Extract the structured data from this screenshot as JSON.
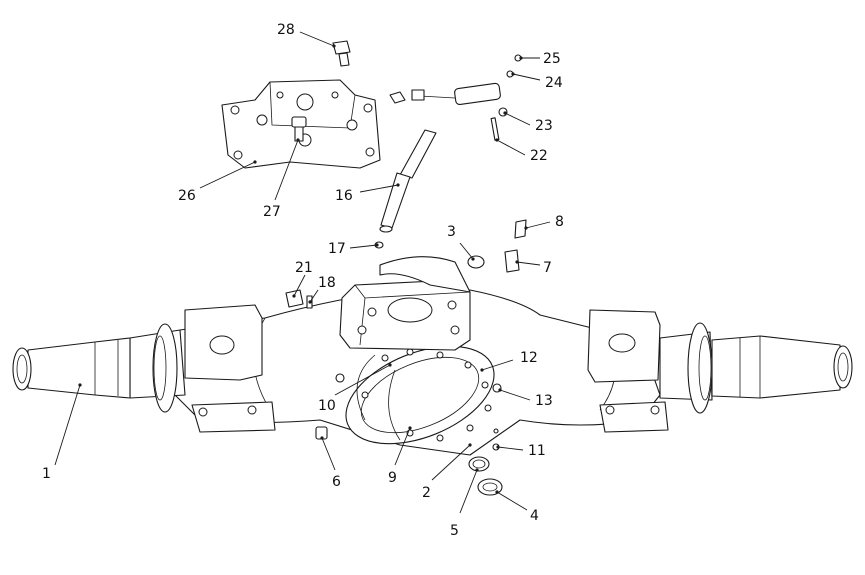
{
  "callouts": [
    {
      "id": "1",
      "label": "1"
    },
    {
      "id": "2",
      "label": "2"
    },
    {
      "id": "3",
      "label": "3"
    },
    {
      "id": "4",
      "label": "4"
    },
    {
      "id": "5",
      "label": "5"
    },
    {
      "id": "6",
      "label": "6"
    },
    {
      "id": "7",
      "label": "7"
    },
    {
      "id": "8",
      "label": "8"
    },
    {
      "id": "9",
      "label": "9"
    },
    {
      "id": "10",
      "label": "10"
    },
    {
      "id": "11",
      "label": "11"
    },
    {
      "id": "12",
      "label": "12"
    },
    {
      "id": "13",
      "label": "13"
    },
    {
      "id": "16",
      "label": "16"
    },
    {
      "id": "17",
      "label": "17"
    },
    {
      "id": "18",
      "label": "18"
    },
    {
      "id": "21",
      "label": "21"
    },
    {
      "id": "22",
      "label": "22"
    },
    {
      "id": "23",
      "label": "23"
    },
    {
      "id": "24",
      "label": "24"
    },
    {
      "id": "25",
      "label": "25"
    },
    {
      "id": "26",
      "label": "26"
    },
    {
      "id": "27",
      "label": "27"
    },
    {
      "id": "28",
      "label": "28"
    }
  ],
  "colors": {
    "line": "#1a1a1a",
    "background": "#ffffff"
  }
}
